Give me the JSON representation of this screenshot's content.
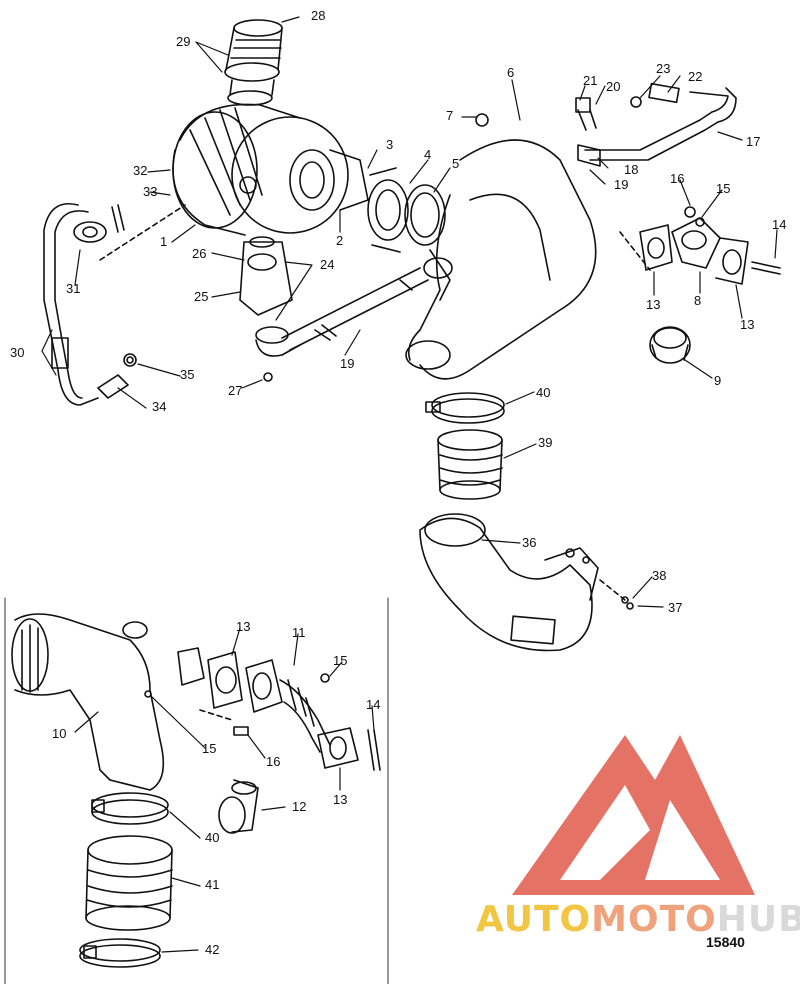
{
  "document_id": "15840",
  "logo": {
    "brand_part1": "AUTO",
    "brand_part2": "MOTO",
    "brand_part3": "HUB",
    "color_yellow": "#f2c542",
    "color_salmon": "#f0a27c",
    "color_red": "#e05a4a"
  },
  "callouts": {
    "c1": "1",
    "c2": "2",
    "c3": "3",
    "c4": "4",
    "c5": "5",
    "c6": "6",
    "c7": "7",
    "c8": "8",
    "c9": "9",
    "c10": "10",
    "c11": "11",
    "c12": "12",
    "c13a": "13",
    "c13b": "13",
    "c13c": "13",
    "c13d": "13",
    "c14a": "14",
    "c14b": "14",
    "c15a": "15",
    "c15b": "15",
    "c15c": "15",
    "c16a": "16",
    "c16b": "16",
    "c17": "17",
    "c18": "18",
    "c19a": "19",
    "c19b": "19",
    "c20": "20",
    "c21": "21",
    "c22": "22",
    "c23": "23",
    "c24": "24",
    "c25": "25",
    "c26": "26",
    "c27": "27",
    "c28": "28",
    "c29": "29",
    "c30": "30",
    "c31": "31",
    "c32": "32",
    "c33": "33",
    "c34": "34",
    "c35": "35",
    "c36": "36",
    "c37": "37",
    "c38": "38",
    "c39": "39",
    "c40a": "40",
    "c40b": "40",
    "c41": "41",
    "c42": "42"
  }
}
